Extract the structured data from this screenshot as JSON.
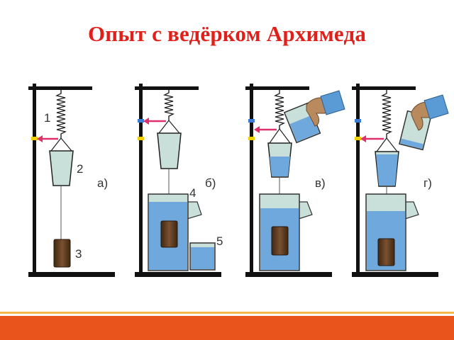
{
  "title": "Опыт с ведёрком Архимеда",
  "panel_labels": [
    "а)",
    "б)",
    "в)",
    "г)"
  ],
  "part_numbers": [
    "1",
    "2",
    "3",
    "4",
    "5"
  ],
  "colors": {
    "title": "#e0201b",
    "water": "#6fa8dc",
    "glass": "#c9dfd9",
    "body": "#5a3a1e",
    "arrow": "#e0306a",
    "stand": "#111111",
    "hand": "#b98a5e",
    "sleeve": "#5b9bd5",
    "footer_bar": "#e8541c",
    "footer_line": "#f2b84a"
  }
}
